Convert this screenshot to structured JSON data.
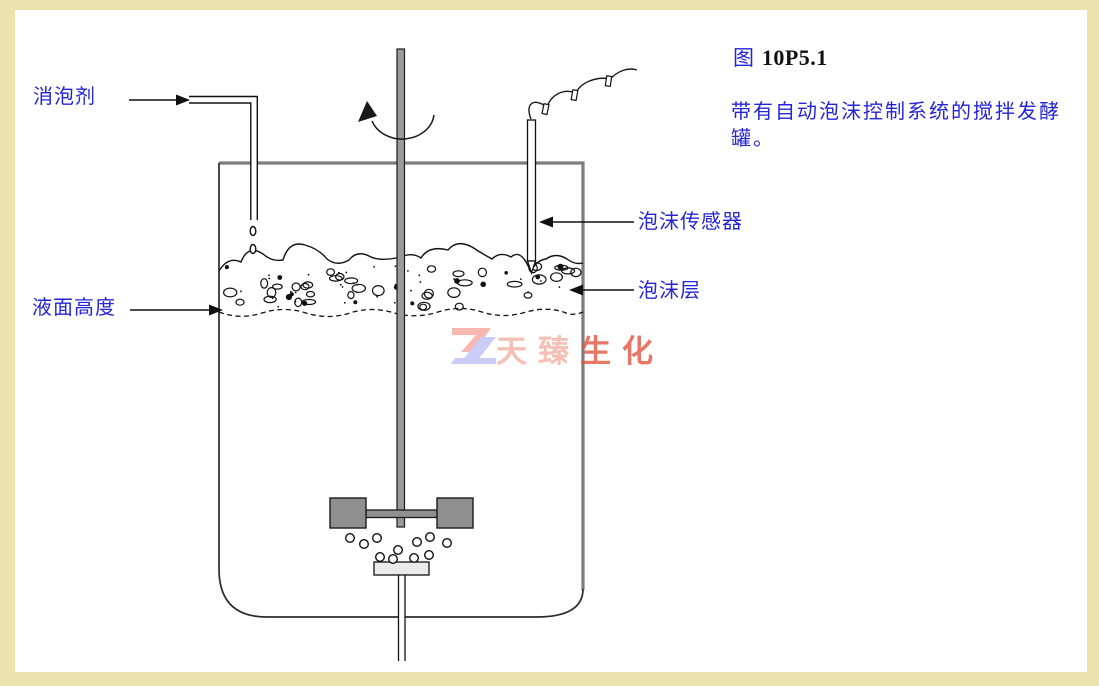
{
  "page": {
    "frame_color": "#ede2ab",
    "background": "#ffffff"
  },
  "figure": {
    "title_prefix": "图",
    "title_number": "10P5.1",
    "caption": "带有自动泡沫控制系统的搅拌发酵罐。"
  },
  "diagram_labels": {
    "antifoam": "消泡剂",
    "liquid_level": "液面高度",
    "foam_sensor": "泡沫传感器",
    "foam_layer": "泡沫层"
  },
  "watermark": {
    "text_light": "天臻",
    "text_dark": "生化",
    "light_color": "#f2b1a3",
    "dark_color": "#e25540",
    "logo_red": "#f5a His"
  },
  "colors": {
    "label_blue": "#2525d8",
    "tank_rim_gray": "#7d7d7d",
    "metal_gray": "#909090",
    "line_black": "#1a1a1a"
  }
}
